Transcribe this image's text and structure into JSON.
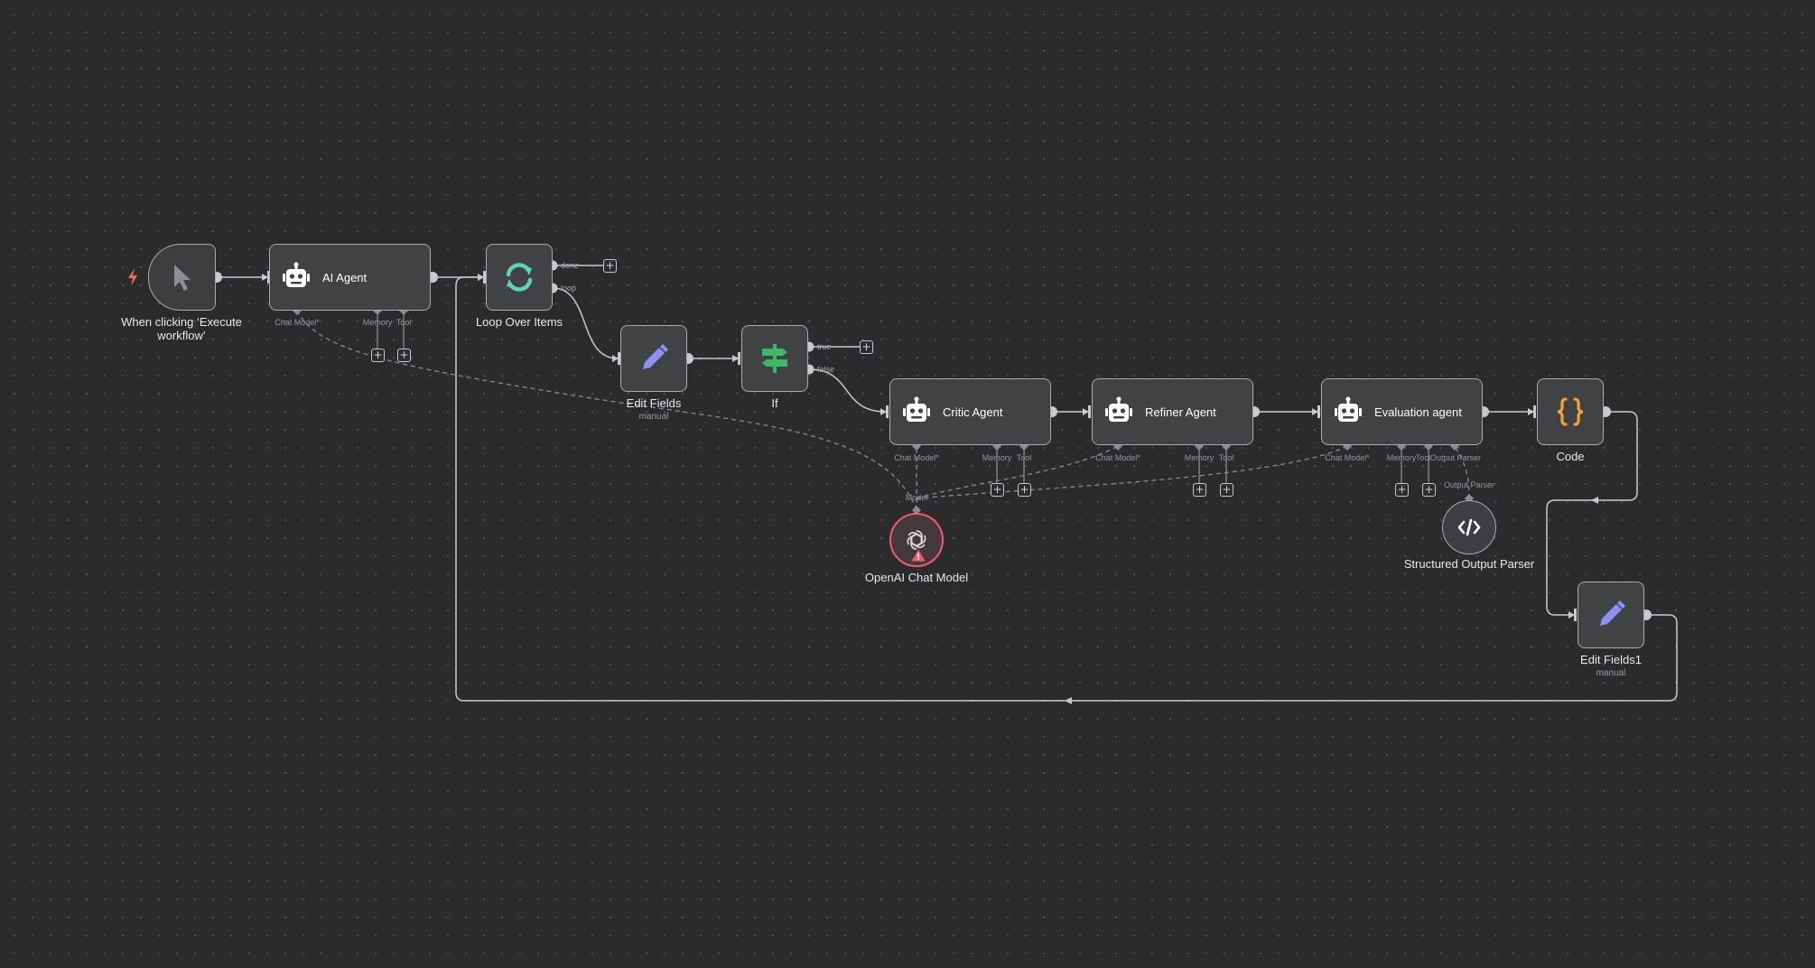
{
  "nodes": {
    "trigger": {
      "title": "When clicking ‘Execute workflow’"
    },
    "ai_agent": {
      "label": "AI Agent",
      "ports": {
        "chat_model": "Chat Model*",
        "memory": "Memory",
        "tool": "Tool"
      }
    },
    "loop": {
      "title": "Loop Over Items",
      "outputs": {
        "done": "done",
        "loop": "loop"
      }
    },
    "edit_fields": {
      "title": "Edit Fields",
      "subtitle": "manual"
    },
    "if_node": {
      "title": "If",
      "outputs": {
        "true": "true",
        "false": "false"
      }
    },
    "critic": {
      "label": "Critic Agent",
      "ports": {
        "chat_model": "Chat Model*",
        "memory": "Memory",
        "tool": "Tool"
      }
    },
    "refiner": {
      "label": "Refiner Agent",
      "ports": {
        "chat_model": "Chat Model*",
        "memory": "Memory",
        "tool": "Tool"
      }
    },
    "evaluation": {
      "label": "Evaluation agent",
      "ports": {
        "chat_model": "Chat Model*",
        "memory": "Memory",
        "tool": "Tool",
        "output_parser": "Output Parser"
      }
    },
    "code": {
      "title": "Code"
    },
    "openai": {
      "title": "OpenAI Chat Model",
      "port": "Model"
    },
    "parser": {
      "title": "Structured Output Parser",
      "port": "Output Parser"
    },
    "edit_fields1": {
      "title": "Edit Fields1",
      "subtitle": "manual"
    }
  },
  "icons": {
    "trigger": "mouse-pointer-icon",
    "agent": "robot-icon",
    "loop": "sync-icon",
    "edit": "pencil-icon",
    "if": "signpost-icon",
    "code": "curly-braces-icon",
    "openai": "openai-logo-icon",
    "parser": "code-icon",
    "warning": "warning-icon",
    "add": "plus-icon"
  },
  "colors": {
    "canvas": "#2b2b2d",
    "node": "#414244",
    "node_border": "#a9abb0",
    "edge": "#c8c9cd",
    "trigger_bolt": "#ef6d4a",
    "loop_icon": "#5dd4b4",
    "edit_icon": "#8f8ff5",
    "if_icon": "#3fb965",
    "code_icon": "#f5a13a",
    "error": "#ef5b6b"
  }
}
